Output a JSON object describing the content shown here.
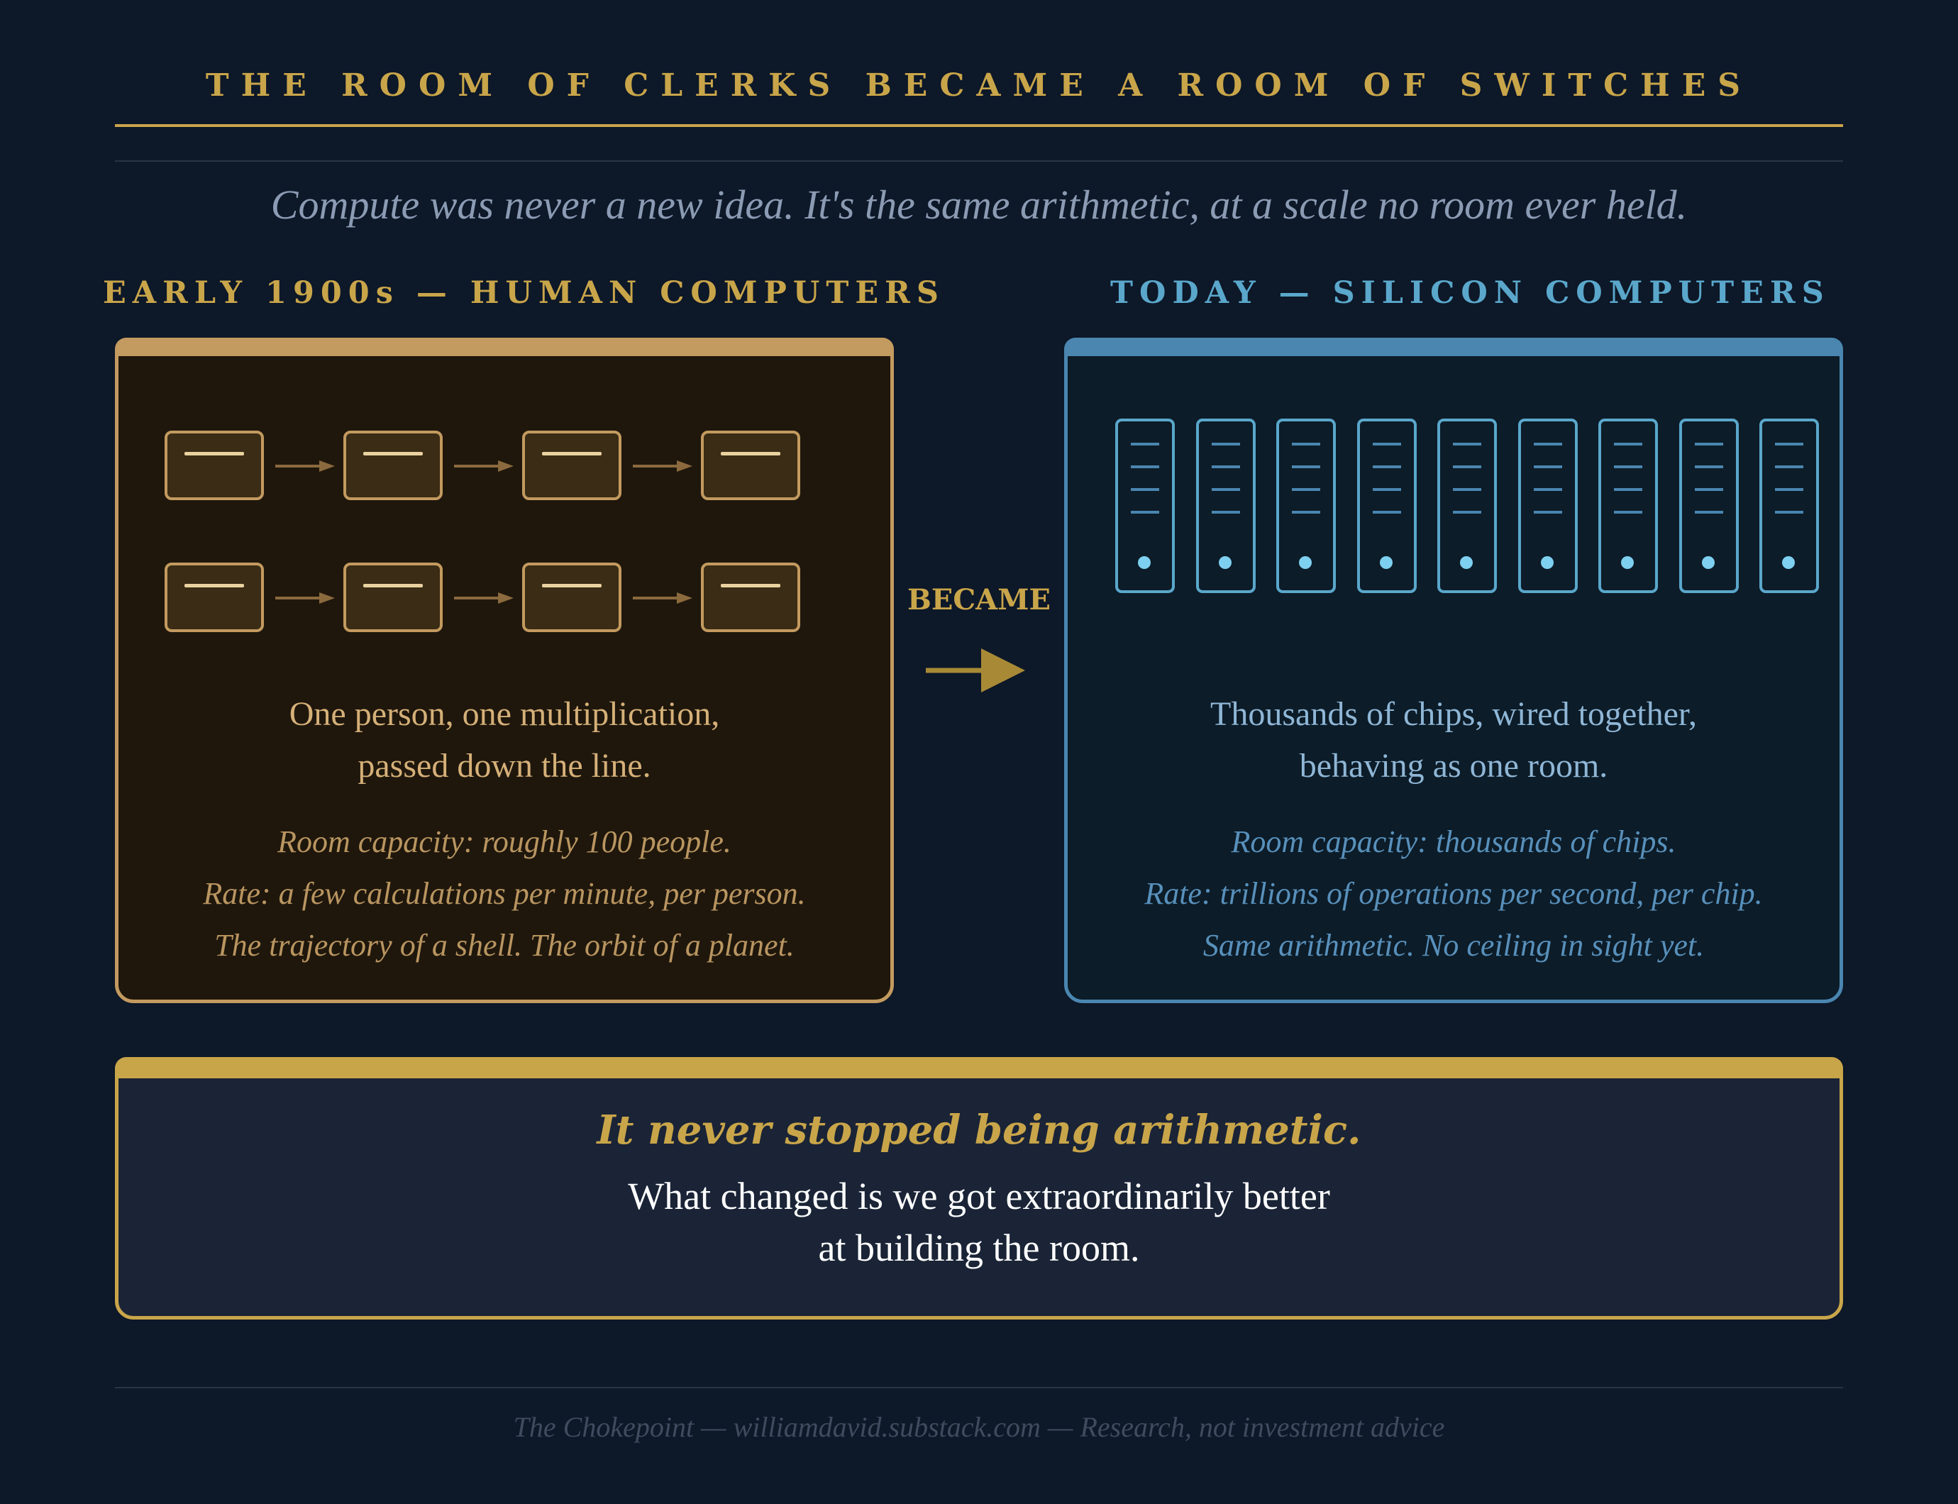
{
  "title": "THE ROOM OF CLERKS BECAME A ROOM OF SWITCHES",
  "subtitle": "Compute was never a new idea. It's the same arithmetic, at a scale no room ever held.",
  "left": {
    "heading": "EARLY 1900s — HUMAN COMPUTERS",
    "main_line1": "One person, one multiplication,",
    "main_line2": "passed down the line.",
    "note1": "Room capacity: roughly 100 people.",
    "note2": "Rate: a few calculations per minute, per person.",
    "note3": "The trajectory of a shell. The orbit of a planet."
  },
  "connector": "BECAME",
  "right": {
    "heading": "TODAY — SILICON COMPUTERS",
    "main_line1": "Thousands of chips, wired together,",
    "main_line2": "behaving as one room.",
    "note1": "Room capacity: thousands of chips.",
    "note2": "Rate: trillions of operations per second, per chip.",
    "note3": "Same arithmetic. No ceiling in sight yet."
  },
  "conclusion": {
    "headline": "It never stopped being arithmetic.",
    "line1": "What changed is we got extraordinarily better",
    "line2": "at building the room."
  },
  "footer": "The Chokepoint — williamdavid.substack.com — Research, not investment advice",
  "colors": {
    "background": "#0d1828",
    "gold": "#c9a54a",
    "tan": "#c39a5f",
    "blue": "#4a86b0",
    "chip_light": "#7ed0f0"
  },
  "icons": {
    "clerk": "clerk-desk-icon",
    "chip": "server-chip-icon",
    "arrow": "arrow-right-icon"
  }
}
